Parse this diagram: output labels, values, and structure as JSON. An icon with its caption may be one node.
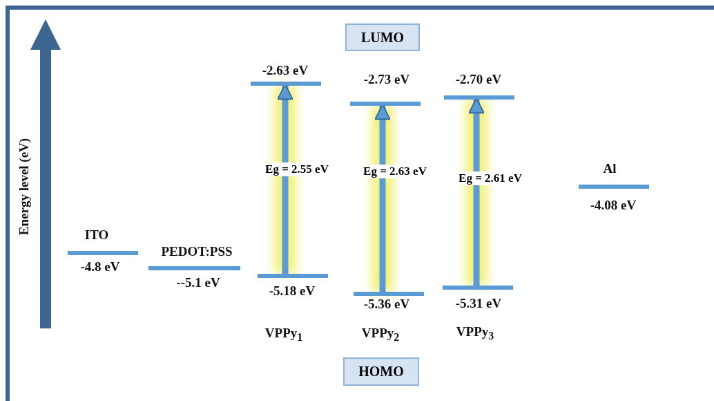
{
  "diagram": {
    "nodes": [
      {
        "text": [
          "LUMO"
        ]
      },
      {
        "text": [],
        "shape": "bar",
        "beside": [
          "ITO",
          "-4.8 eV"
        ]
      },
      {
        "text": [],
        "shape": "bar",
        "beside": [
          "PEDOT:PSS",
          "--5.1 eV"
        ]
      },
      {
        "text": [],
        "shape": "bar",
        "beside": [
          "-2.63 eV"
        ]
      },
      {
        "text": [],
        "shape": "bar",
        "beside": [
          "-5.18 eV"
        ]
      },
      {
        "text": [],
        "shape": "bar",
        "beside": [
          "-2.73 eV"
        ]
      },
      {
        "text": [],
        "shape": "bar",
        "beside": [
          "-5.36 eV"
        ]
      },
      {
        "text": [],
        "shape": "bar",
        "beside": [
          "-2.70 eV"
        ]
      },
      {
        "text": [],
        "shape": "bar",
        "beside": [
          "-5.31 eV"
        ]
      },
      {
        "text": [],
        "shape": "bar",
        "beside": [
          "Al",
          "-4.08 eV"
        ]
      },
      {
        "text": [
          "HOMO"
        ]
      }
    ],
    "edges": [
      {
        "from": 4,
        "to": 3,
        "arrow": "to",
        "label": "Eg = 2.55 eV"
      },
      {
        "from": 6,
        "to": 5,
        "arrow": "to",
        "label": "Eg = 2.63 eV"
      },
      {
        "from": 8,
        "to": 7,
        "arrow": "to",
        "label": "Eg = 2.61 eV"
      }
    ],
    "labels": [
      "Energy level (eV)",
      "VPPy$_{1}$",
      "VPPy$_{2}$",
      "VPPy$_{3}$"
    ]
  }
}
